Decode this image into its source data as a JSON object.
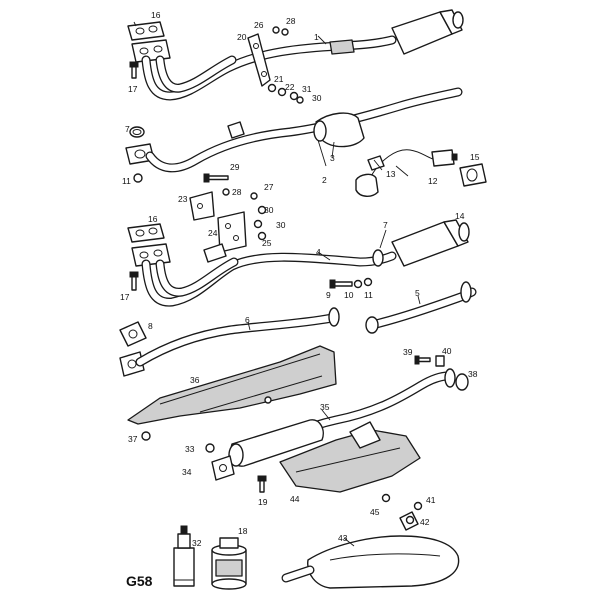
{
  "page_code": "G58",
  "callouts": {
    "c1": "1",
    "c2": "2",
    "c3": "3",
    "c4": "4",
    "c5": "5",
    "c6": "6",
    "c7a": "7",
    "c7b": "7",
    "c8": "8",
    "c9": "9",
    "c10": "10",
    "c11a": "11",
    "c11b": "11",
    "c12": "12",
    "c13": "13",
    "c14": "14",
    "c15": "15",
    "c16a": "16",
    "c16b": "16",
    "c17a": "17",
    "c17b": "17",
    "c18": "18",
    "c19": "19",
    "c20": "20",
    "c21": "21",
    "c22": "22",
    "c23": "23",
    "c24": "24",
    "c25": "25",
    "c26": "26",
    "c27": "27",
    "c28a": "28",
    "c28b": "28",
    "c29": "29",
    "c30a": "30",
    "c30b": "30",
    "c30c": "30",
    "c31": "31",
    "c32": "32",
    "c33": "33",
    "c34": "34",
    "c35": "35",
    "c36": "36",
    "c37": "37",
    "c38": "38",
    "c39": "39",
    "c40": "40",
    "c41": "41",
    "c42": "42",
    "c43": "43",
    "c44": "44",
    "c45": "45"
  }
}
